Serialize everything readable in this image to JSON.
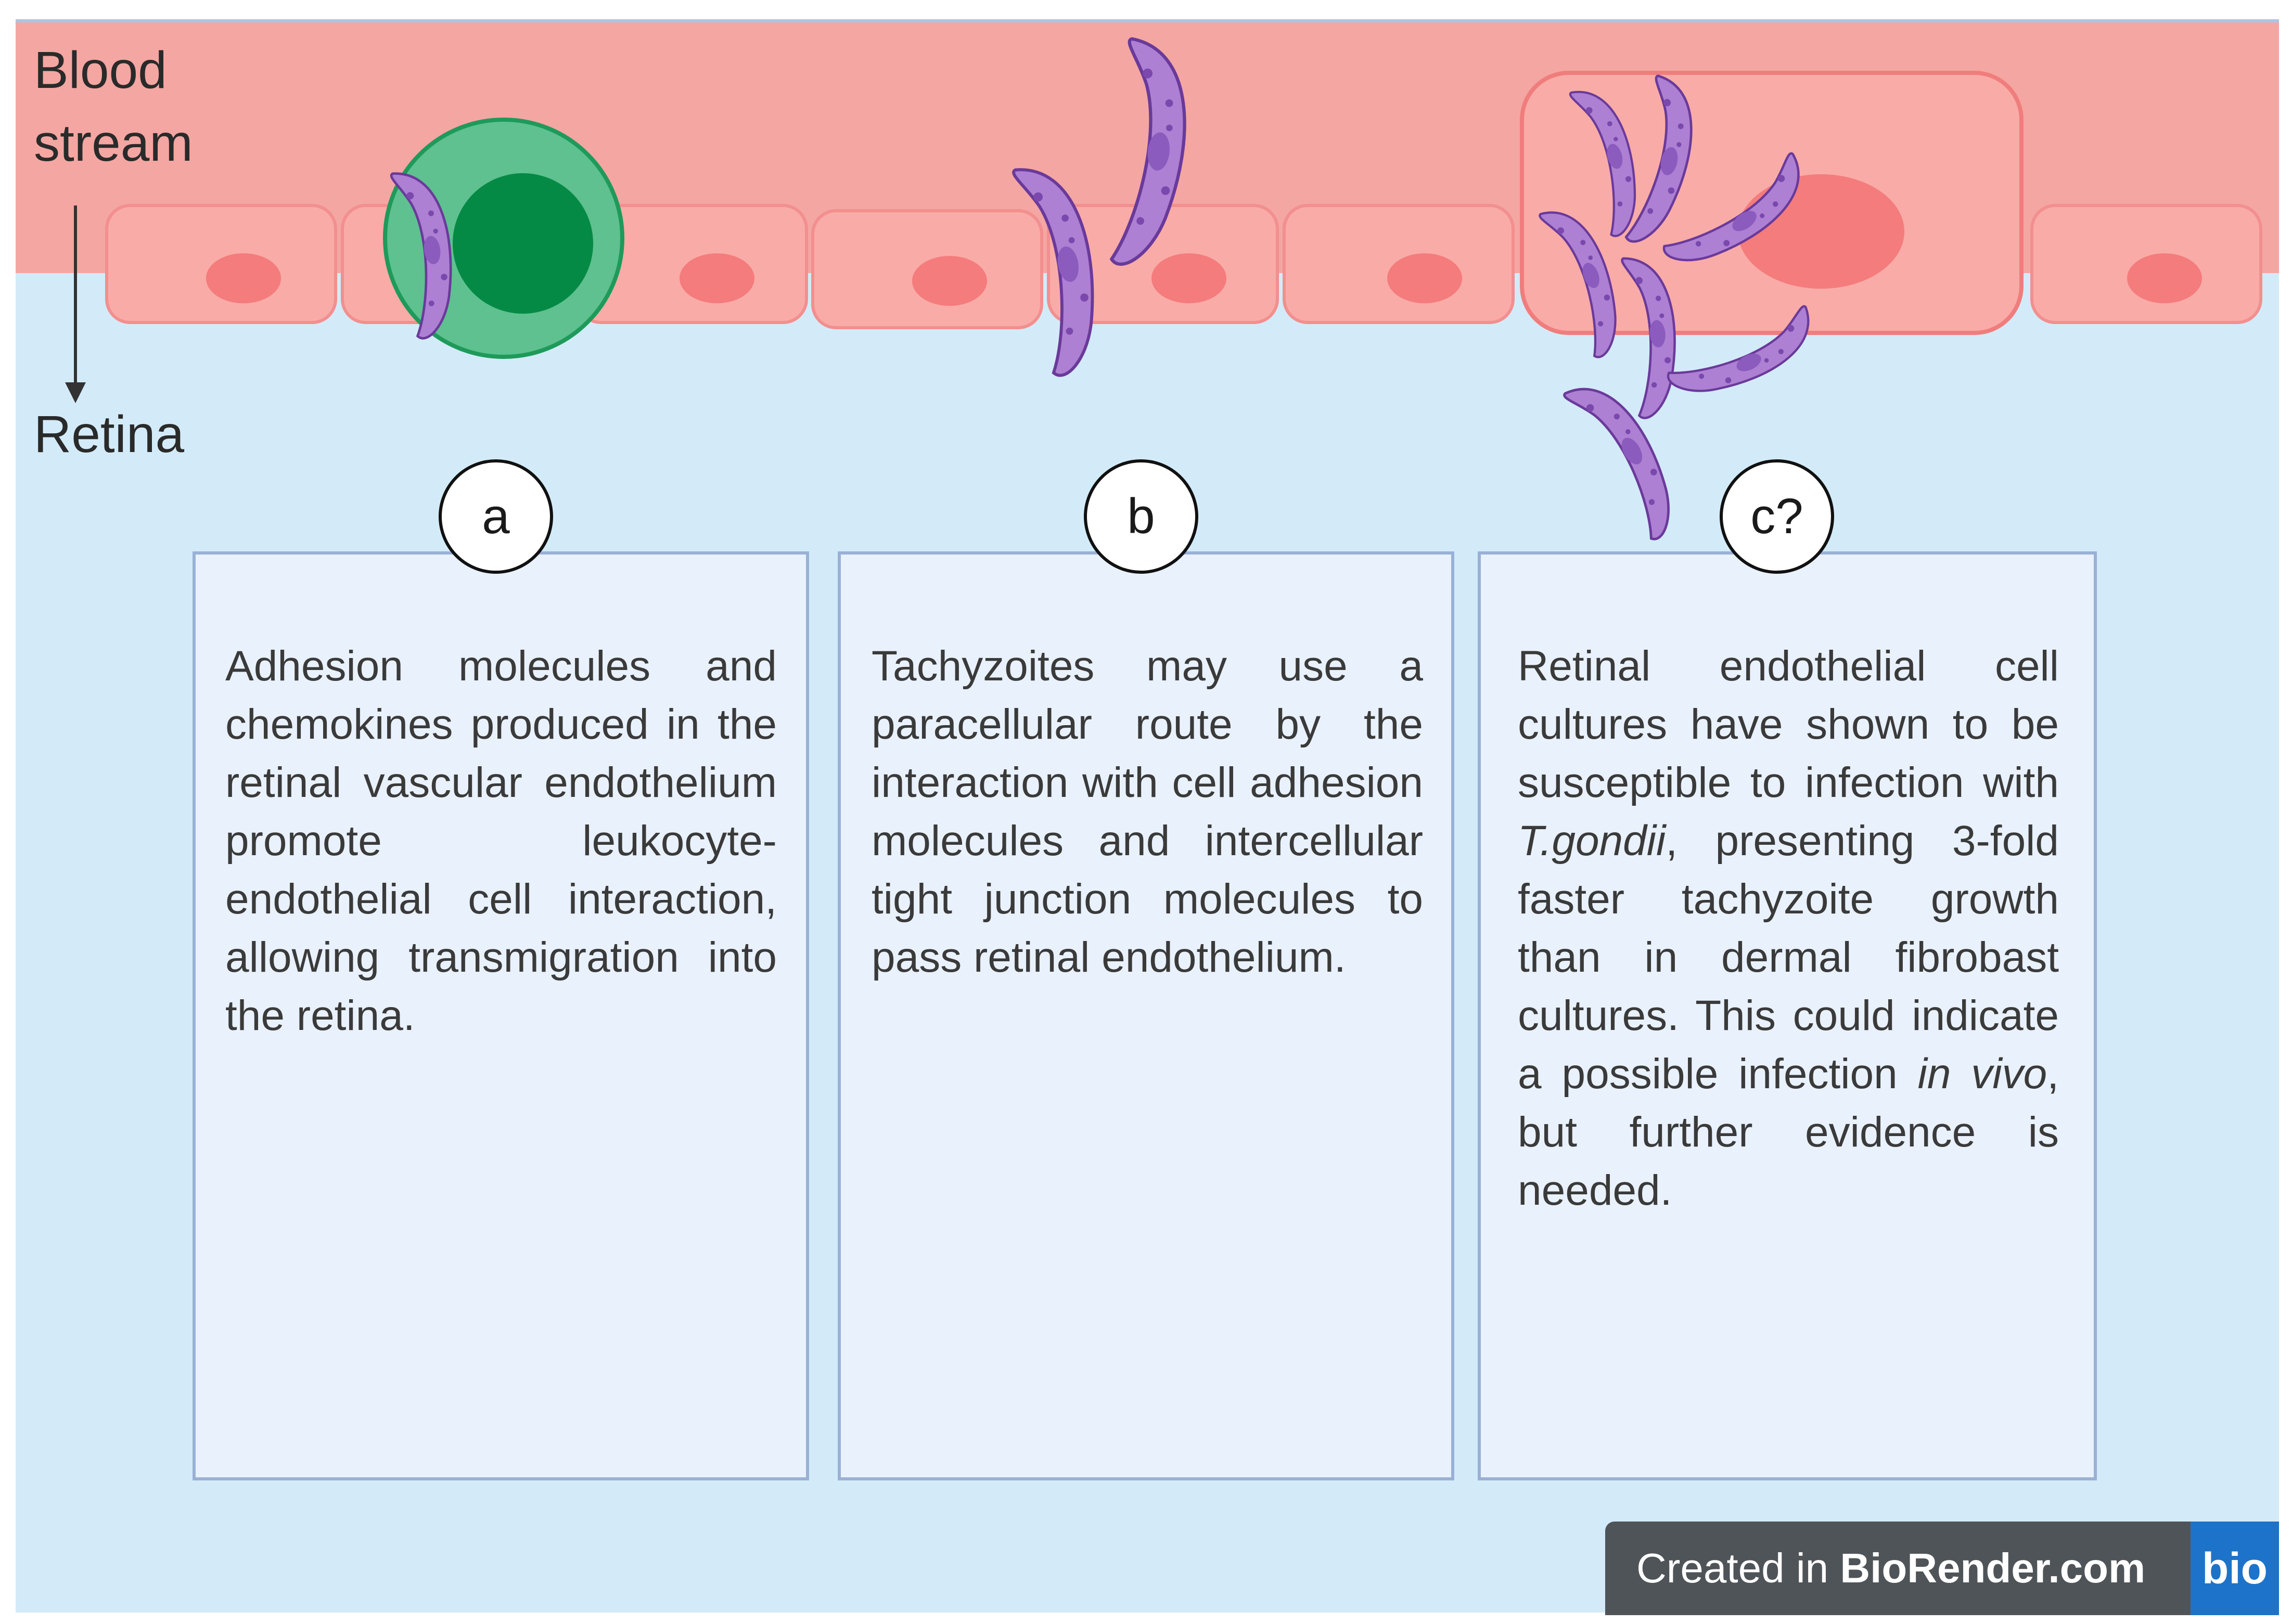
{
  "regions": {
    "blood_label_line1": "Blood",
    "blood_label_line2": "stream",
    "retina_label": "Retina"
  },
  "panels": [
    {
      "marker": "a",
      "text": "Adhesion molecules and chemokines produced in the retinal vascular endothelium promote leukocyte-endothelial cell interaction, allowing transmigration into the retina."
    },
    {
      "marker": "b",
      "text": "Tachyzoites may use a paracellular route by the interaction with cell adhesion molecules and intercellular tight junction molecules to pass retinal endothelium."
    },
    {
      "marker": "c?",
      "text_before": "Retinal endothelial cell cultures have shown to be susceptible to infection with ",
      "italic_1": "T.gondii",
      "text_middle": ", presenting 3-fold faster tachyzoite growth than in dermal fibrobast cultures. This could indicate a possible infection ",
      "italic_2": "in vivo",
      "text_after": ", but further evidence is needed."
    }
  ],
  "credit": {
    "prefix": "Created in ",
    "brand": "BioRender.com",
    "badge": "bio"
  },
  "colors": {
    "blood": "#f4a6a2",
    "retina": "#d3ebf8",
    "endothelial_cell": "#f9aba7",
    "nucleus": "#f47c7c",
    "leukocyte": "#5ec18f",
    "leukocyte_nucleus": "#058a45",
    "tachyzoite": "#ad80d3",
    "box_fill": "#e9f1fc",
    "box_border": "#9ab1d6"
  },
  "icons": [
    "leukocyte-icon",
    "tachyzoite-icon",
    "endothelial-cell-icon",
    "arrow-down-icon"
  ]
}
